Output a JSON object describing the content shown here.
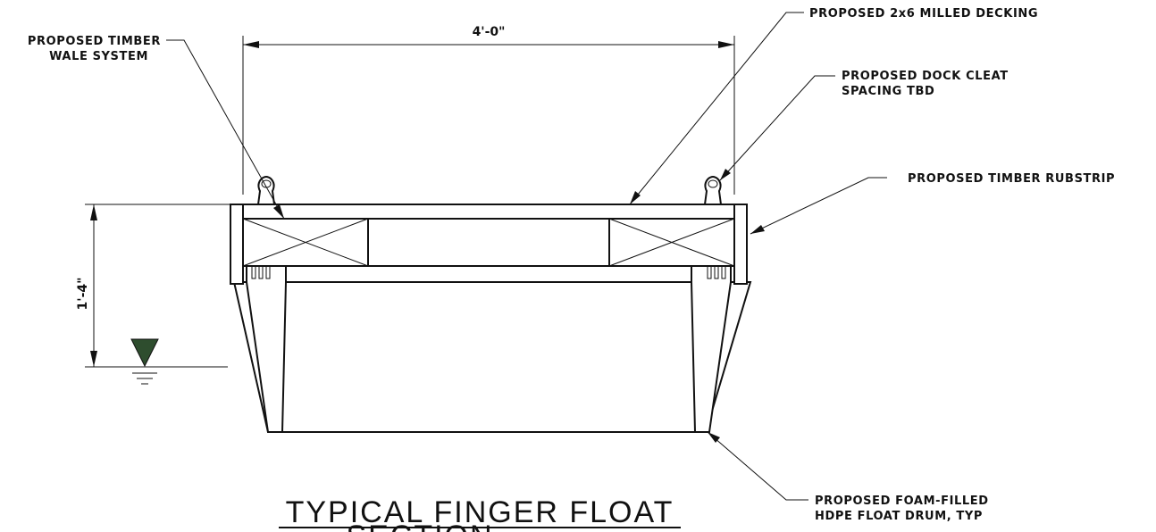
{
  "labels": {
    "wale_line1": "PROPOSED TIMBER",
    "wale_line2": "WALE SYSTEM",
    "decking": "PROPOSED 2x6 MILLED DECKING",
    "cleat_line1": "PROPOSED DOCK CLEAT",
    "cleat_line2": "SPACING TBD",
    "rubstrip": "PROPOSED TIMBER RUBSTRIP",
    "drum_line1": "PROPOSED FOAM-FILLED",
    "drum_line2": "HDPE FLOAT DRUM, TYP"
  },
  "dimensions": {
    "width": "4'-0\"",
    "height": "1'-4\""
  },
  "title": {
    "main": "TYPICAL FINGER FLOAT",
    "sub": "SECTION"
  },
  "colors": {
    "line": "#111111",
    "water_marker": "#2e4d2e"
  }
}
